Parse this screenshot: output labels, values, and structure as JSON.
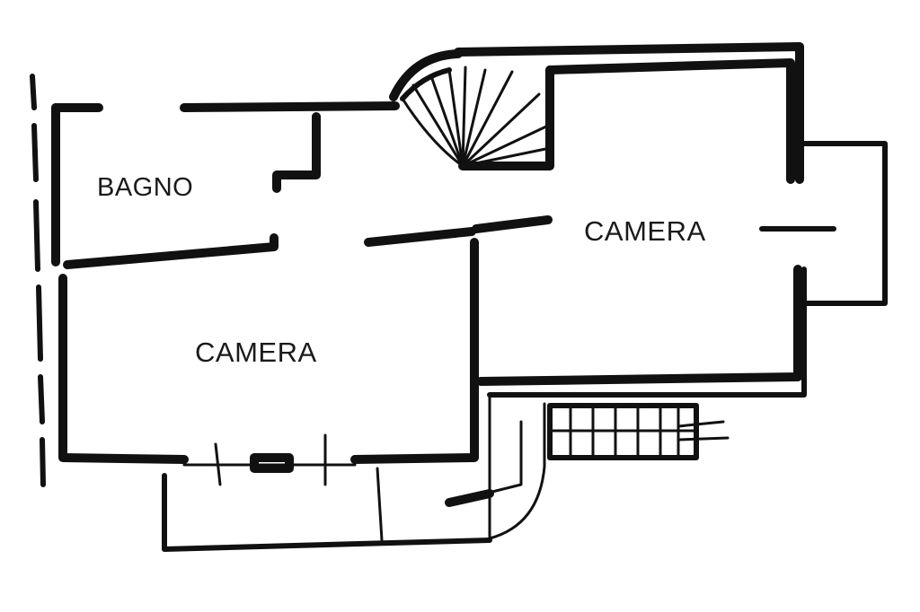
{
  "rooms": {
    "bagno": "BAGNO",
    "camera_left": "CAMERA",
    "camera_right": "CAMERA"
  },
  "colors": {
    "ink": "#111111",
    "paper": "#ffffff"
  }
}
